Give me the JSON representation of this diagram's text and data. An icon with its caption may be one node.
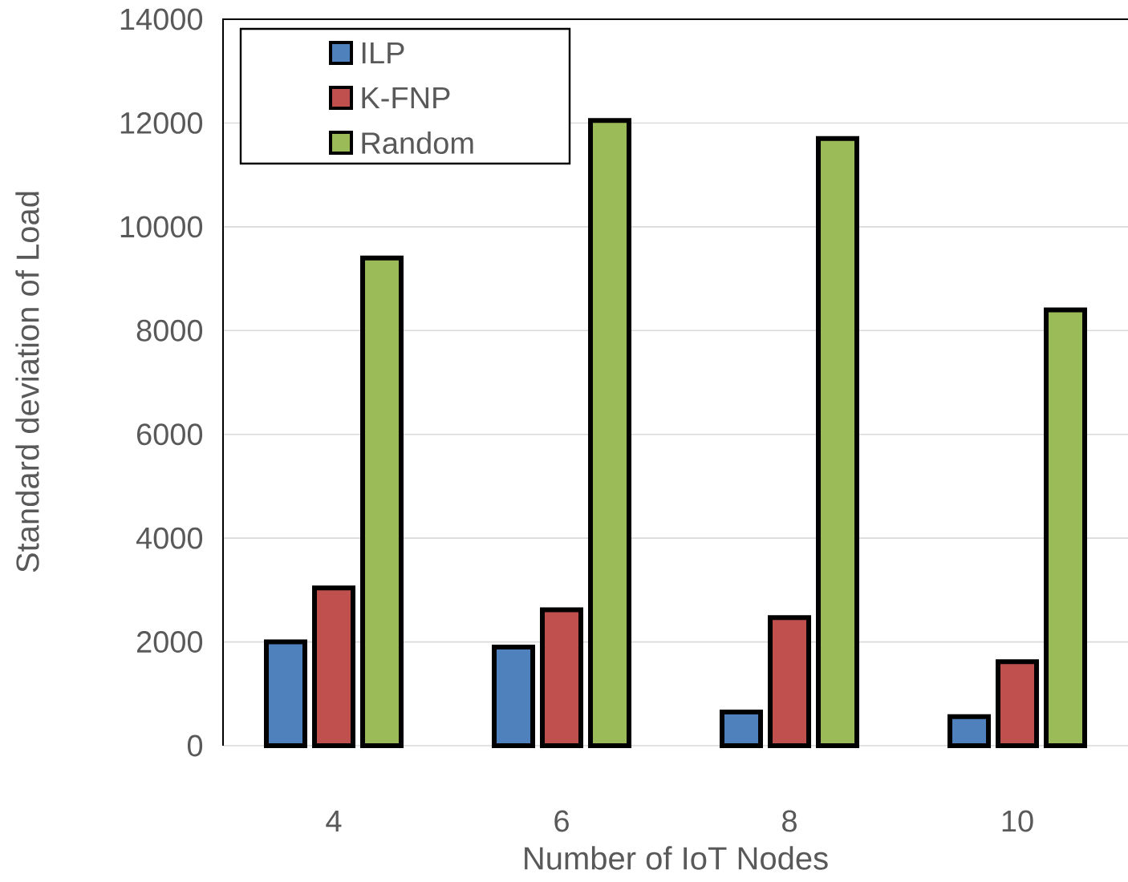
{
  "diagram": {
    "chart_data": {
      "type": "bar",
      "xlabel": "Number of IoT Nodes",
      "ylabel": "Standard deviation of Load",
      "categories": [
        "4",
        "6",
        "8",
        "10"
      ],
      "series": [
        {
          "name": "ILP",
          "color": "#4f81bd",
          "values": [
            2000,
            1900,
            650,
            560
          ]
        },
        {
          "name": "K-FNP",
          "color": "#c0504d",
          "values": [
            3040,
            2620,
            2470,
            1620
          ]
        },
        {
          "name": "Random",
          "color": "#9bbb59",
          "values": [
            9400,
            12050,
            11700,
            8400
          ]
        }
      ],
      "grid": true,
      "legend": true,
      "ylim": [
        0,
        14000
      ],
      "yticks": [
        0,
        2000,
        4000,
        6000,
        8000,
        10000,
        12000,
        14000
      ]
    }
  }
}
